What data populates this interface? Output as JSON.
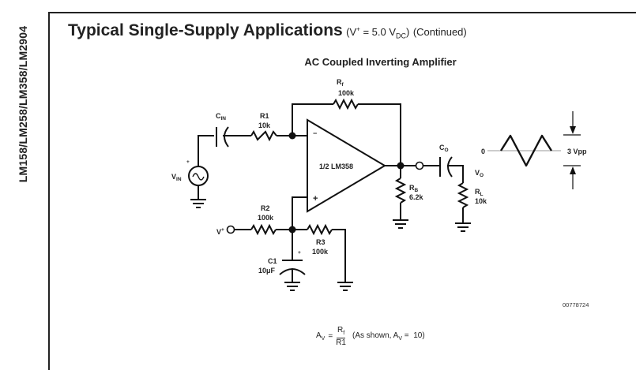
{
  "side_label": "LM158/LM258/LM358/LM2904",
  "title": {
    "main": "Typical Single-Supply Applications",
    "condition_prefix": "(V",
    "condition_sup": "+",
    "condition_mid": " = 5.0 V",
    "condition_sub": "DC",
    "condition_suffix": ")",
    "continued": "(Continued)"
  },
  "figure": {
    "title": "AC Coupled Inverting Amplifier",
    "figure_id": "00778724",
    "components": {
      "cin": {
        "name": "C",
        "sub": "IN"
      },
      "r1": {
        "name": "R1",
        "value": "10k"
      },
      "rf": {
        "name": "R",
        "sub": "f",
        "value": "100k"
      },
      "opamp": {
        "label": "1/2 LM358",
        "inv": "−",
        "noninv": "+"
      },
      "vin": {
        "name": "V",
        "sub": "IN",
        "polarity": "+"
      },
      "r2": {
        "name": "R2",
        "value": "100k"
      },
      "r3": {
        "name": "R3",
        "value": "100k"
      },
      "vplus": {
        "name": "V",
        "sup": "+"
      },
      "c1": {
        "name": "C1",
        "value": "10μF",
        "polarity": "+"
      },
      "rb": {
        "name": "R",
        "sub": "B",
        "value": "6.2k"
      },
      "co": {
        "name": "C",
        "sub": "O"
      },
      "vo": {
        "name": "V",
        "sub": "O"
      },
      "rl": {
        "name": "R",
        "sub": "L",
        "value": "10k"
      }
    },
    "waveform": {
      "zero_label": "0",
      "amplitude_label": "3 Vpp",
      "cycles": 2
    }
  },
  "formula": {
    "lhs": "A",
    "lhs_sub": "V",
    "eq": "=",
    "num": "R",
    "num_sub": "f",
    "den": "R1",
    "note_prefix": "(As shown, A",
    "note_sub": "V",
    "note_suffix": " =  10)"
  }
}
